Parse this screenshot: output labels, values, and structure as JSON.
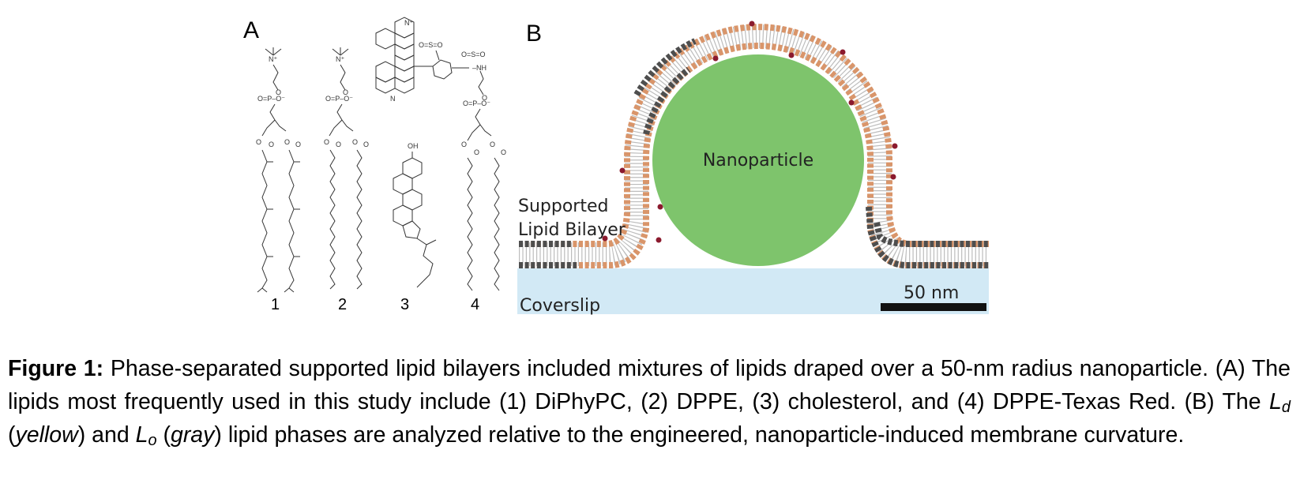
{
  "panel_a": {
    "letter": "A",
    "molecules": [
      {
        "number": "1"
      },
      {
        "number": "2"
      },
      {
        "number": "3"
      },
      {
        "number": "4"
      }
    ]
  },
  "panel_b": {
    "letter": "B",
    "nanoparticle_label": "Nanoparticle",
    "supported_bilayer_line1": "Supported",
    "supported_bilayer_line2": "Lipid Bilayer",
    "coverslip_label": "Coverslip",
    "scale_bar_label": "50 nm",
    "colors": {
      "nanoparticle": "#7ec46c",
      "coverslip": "#d2e9f5",
      "ld_phase": "#d9956a",
      "lo_phase": "#4e4e4e",
      "dye": "#8b1a2e"
    }
  },
  "caption": {
    "label": "Figure 1:",
    "seg1": " Phase-separated supported lipid bilayers included mixtures of lipids draped over a 50-nm radius nanoparticle. (A) The lipids most frequently used in this study include (1) DiPhyPC, (2) DPPE, (3) cholesterol, and (4) DPPE-Texas Red. (B) The ",
    "ld_main": "L",
    "ld_sub": "d",
    "seg2": " (",
    "yellow": "yellow",
    "seg3": ") and ",
    "lo_main": "L",
    "lo_sub": "o",
    "seg4": " (",
    "gray": "gray",
    "seg5": ") lipid phases are analyzed relative to the engineered, nanoparticle-induced membrane curvature."
  }
}
